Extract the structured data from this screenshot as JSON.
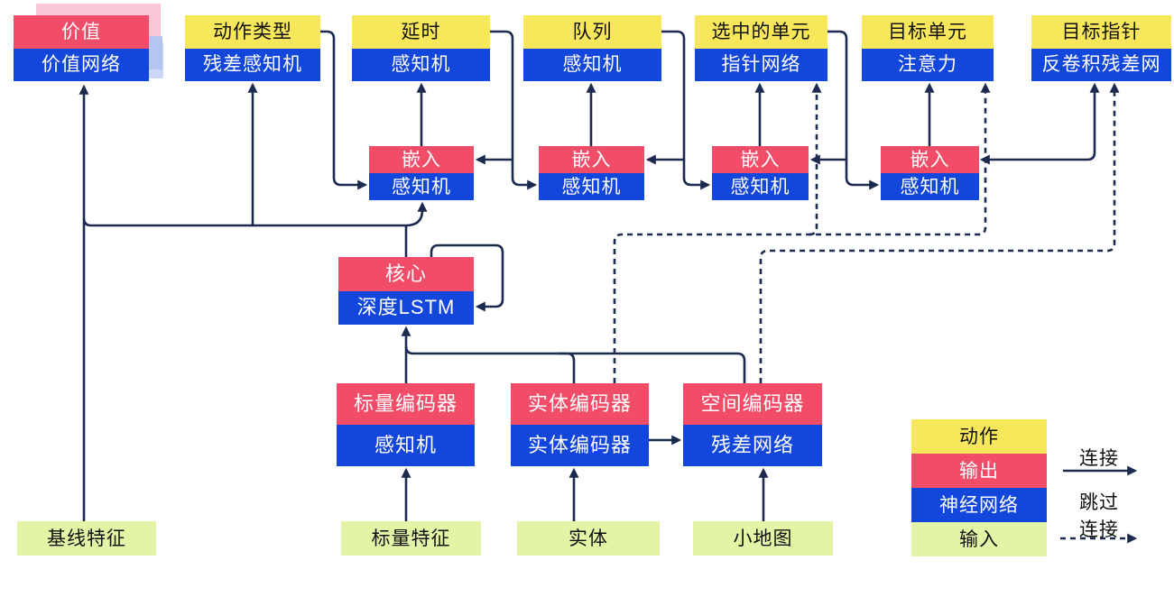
{
  "diagram": {
    "heads": [
      {
        "top": "价值",
        "bottom": "价值网络"
      },
      {
        "top": "动作类型",
        "bottom": "残差感知机"
      },
      {
        "top": "延时",
        "bottom": "感知机"
      },
      {
        "top": "队列",
        "bottom": "感知机"
      },
      {
        "top": "选中的单元",
        "bottom": "指针网络"
      },
      {
        "top": "目标单元",
        "bottom": "注意力"
      },
      {
        "top": "目标指针",
        "bottom": "反卷积残差网"
      }
    ],
    "embeds": [
      {
        "top": "嵌入",
        "bottom": "感知机"
      },
      {
        "top": "嵌入",
        "bottom": "感知机"
      },
      {
        "top": "嵌入",
        "bottom": "感知机"
      },
      {
        "top": "嵌入",
        "bottom": "感知机"
      }
    ],
    "core": {
      "top": "核心",
      "bottom": "深度LSTM"
    },
    "encoders": [
      {
        "top": "标量编码器",
        "bottom": "感知机"
      },
      {
        "top": "实体编码器",
        "bottom": "实体编码器"
      },
      {
        "top": "空间编码器",
        "bottom": "残差网络"
      }
    ],
    "inputs": [
      {
        "label": "基线特征"
      },
      {
        "label": "标量特征"
      },
      {
        "label": "实体"
      },
      {
        "label": "小地图"
      }
    ],
    "legend": {
      "items": [
        {
          "label": "动作",
          "color": "#f8e75a"
        },
        {
          "label": "输出",
          "color": "#f24d68"
        },
        {
          "label": "神经网络",
          "color": "#1347dc"
        },
        {
          "label": "输入",
          "color": "#e4f4a6"
        }
      ],
      "solid_arrow_label": "连接",
      "dashed_arrow_label_line1": "跳过",
      "dashed_arrow_label_line2": "连接"
    },
    "colors": {
      "action_yellow": "#f8e75a",
      "output_red": "#f24d68",
      "network_blue": "#1347dc",
      "input_green": "#e4f4a6",
      "connector_navy": "#1c2a50",
      "value_shadow_pink": "#f9c6d6",
      "value_shadow_periwinkle": "#b6c4f2",
      "value_shadow_light": "#ccd6f8"
    }
  }
}
